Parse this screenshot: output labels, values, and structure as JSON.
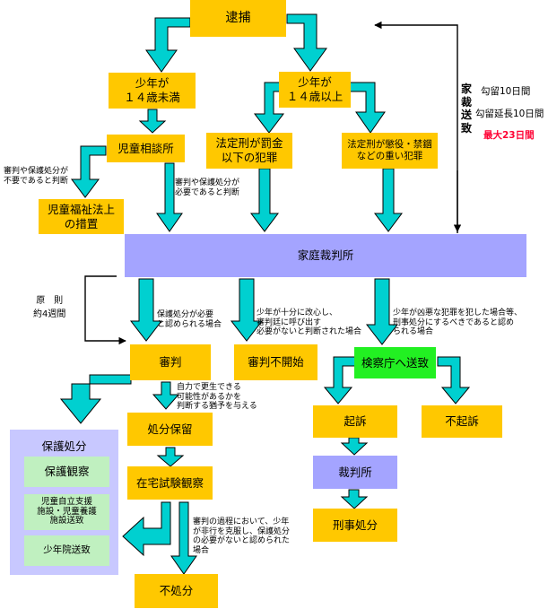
{
  "colors": {
    "box_yellow": "#ffc800",
    "box_purple": "#a4a4ff",
    "box_green": "#22f022",
    "arrow_teal": "#00d0d0",
    "protect_bg": "#c8c8ff",
    "protect_inner": "#c0f0c0",
    "red": "#ff0033"
  },
  "boxes": {
    "taiho": "逮捕",
    "shonen14_under": "少年が\n１４歳未満",
    "shonen14_over": "少年が\n１４歳以上",
    "jido_sodanjo": "児童相談所",
    "hokei_bakkin": "法定刑が罰金\n以下の犯罪",
    "hokei_choeki": "法定刑が懲役・禁錮\nなどの重い犯罪",
    "jido_fukushi": "児童福祉法上\nの措置",
    "katei_saibansho": "家庭裁判所",
    "shinpan": "審判",
    "shinpan_fukaishi": "審判不開始",
    "kensatsu_soti": "検察庁へ送致",
    "shobun_horyu": "処分保留",
    "kiso": "起訴",
    "fukiso": "不起訴",
    "zaitaku": "在宅試験観察",
    "saibansho": "裁判所",
    "keiji_shobun": "刑事処分",
    "fushobun": "不処分"
  },
  "hogo_shobun": {
    "title": "保護処分",
    "items": [
      "保護観察",
      "児童自立支援\n施設・児童養護\n施設送致",
      "少年院送致"
    ]
  },
  "notes": {
    "not_needed": "審判や保護処分が\n不要であると判断",
    "needed": "審判や保護処分が\n必要であると判断",
    "hogo_hitsuyo": "保護処分が必要\nと認められる場合",
    "kaishin": "少年が十分に改心し、\n審判廷に呼び出す\n必要がないと判断された場合",
    "kyoaku": "少年が凶悪な犯罪を犯した場合等、\n刑事処分にするべきであると認め\nられる場合",
    "jiritsu": "自力で更生できる\n可能性があるかを\n判断する猶予を与える",
    "katei": "審判の過程において、少年\nが非行を克服し、保護処分\nの必要がないと認められた\n場合",
    "gensoku": "原　則\n約4週間"
  },
  "side": {
    "vertical": "家裁送致",
    "koryu": "勾留10日間",
    "encho": "勾留延長10日間",
    "saidai": "最大23日間"
  }
}
